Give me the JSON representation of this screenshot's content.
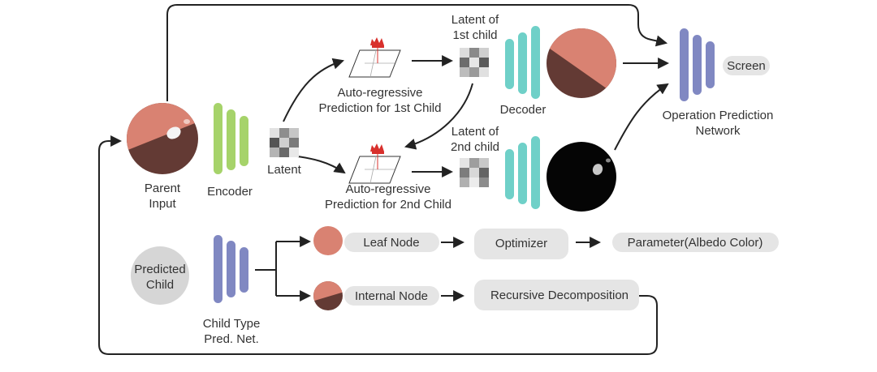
{
  "labels": {
    "parent_input_1": "Parent",
    "parent_input_2": "Input",
    "encoder": "Encoder",
    "latent": "Latent",
    "ar_first_1": "Auto-regressive",
    "ar_first_2": "Prediction for 1st Child",
    "ar_second_1": "Auto-regressive",
    "ar_second_2": "Prediction for 2nd Child",
    "latent_first_1": "Latent of",
    "latent_first_2": "1st child",
    "latent_second_1": "Latent of",
    "latent_second_2": "2nd child",
    "decoder": "Decoder",
    "opnet_1": "Operation Prediction",
    "opnet_2": "Network",
    "screen": "Screen",
    "predicted_child_1": "Predicted",
    "predicted_child_2": "Child",
    "child_type_1": "Child Type",
    "child_type_2": "Pred. Net.",
    "leaf_node": "Leaf Node",
    "internal_node": "Internal Node",
    "optimizer": "Optimizer",
    "recursive": "Recursive Decomposition",
    "parameter": "Parameter(Albedo Color)"
  },
  "colors": {
    "encoder_green": "#a6d36a",
    "decoder_teal": "#6fd0c8",
    "network_blue": "#8088c2",
    "sphere_light": "#d98272",
    "sphere_dark": "#633a34",
    "pill_gray": "#e5e5e5",
    "predicted_gray": "#d6d6d6",
    "arrow": "#222222",
    "red_marker": "#d8302c"
  }
}
